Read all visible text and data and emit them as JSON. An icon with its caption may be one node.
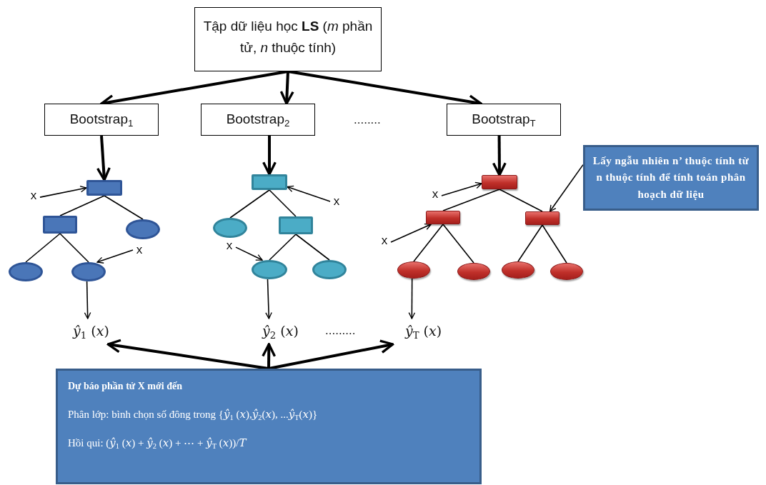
{
  "diagram": {
    "nodes": [
      {
        "text": [
          "Tập dữ liệu học **LS** (*m* phần tử, *n* thuộc tính)"
        ]
      },
      {
        "text": [
          "Bootstrap$_{1}$"
        ]
      },
      {
        "text": [
          "Bootstrap$_{2}$"
        ]
      },
      {
        "text": [
          "Bootstrap$_{T}$"
        ]
      },
      {
        "text": [
          "Lấy ngẫu nhiên n’ thuộc tính từ n thuộc tính để tính toán phân hoạch dữ liệu"
        ]
      },
      {
        "text": [],
        "shape": "box"
      },
      {
        "text": [],
        "shape": "box"
      },
      {
        "text": [],
        "shape": "ellipse"
      },
      {
        "text": [],
        "shape": "ellipse"
      },
      {
        "text": [],
        "shape": "ellipse"
      },
      {
        "text": [],
        "shape": "box"
      },
      {
        "text": [],
        "shape": "ellipse"
      },
      {
        "text": [],
        "shape": "box"
      },
      {
        "text": [],
        "shape": "ellipse"
      },
      {
        "text": [],
        "shape": "ellipse"
      },
      {
        "text": [],
        "shape": "box"
      },
      {
        "text": [],
        "shape": "box"
      },
      {
        "text": [],
        "shape": "box"
      },
      {
        "text": [],
        "shape": "ellipse"
      },
      {
        "text": [],
        "shape": "ellipse"
      },
      {
        "text": [],
        "shape": "ellipse"
      },
      {
        "text": [],
        "shape": "ellipse"
      },
      {
        "text": [
          "x"
        ]
      },
      {
        "text": [
          "x"
        ]
      },
      {
        "text": [
          "x"
        ]
      },
      {
        "text": [
          "x"
        ]
      },
      {
        "text": [
          "x"
        ]
      },
      {
        "text": [
          "x"
        ]
      },
      {
        "text": [
          "*ŷ*$_{1}$ (*x*)"
        ]
      },
      {
        "text": [
          "*ŷ*$_{2}$ (*x*)"
        ]
      },
      {
        "text": [
          "*ŷ*$_{T}$ (*x*)"
        ]
      },
      {
        "text": [
          "Dự báo phần tử X mới đến",
          "Phân lớp: bình chọn số đông trong {*ŷ*$_{1}$ (*x*),*ŷ*$_{2}$(*x*), ...*ŷ*$_{T}$(*x*)}",
          "Hồi qui: (*ŷ*$_{1}$ (*x*) + *ŷ*$_{2}$ (*x*) + ⋯ + *ŷ*$_{T}$ (*x*))/*T*"
        ]
      }
    ],
    "edges": [
      {
        "from": 0,
        "to": 1,
        "arrow": "to",
        "style": "thick"
      },
      {
        "from": 0,
        "to": 2,
        "arrow": "to",
        "style": "thick"
      },
      {
        "from": 0,
        "to": 3,
        "arrow": "to",
        "style": "thick"
      },
      {
        "from": 1,
        "to": 5,
        "arrow": "to",
        "style": "thick"
      },
      {
        "from": 2,
        "to": 10,
        "arrow": "to",
        "style": "thick"
      },
      {
        "from": 3,
        "to": 15,
        "arrow": "to",
        "style": "thick"
      },
      {
        "from": 5,
        "to": 6,
        "arrow": "none"
      },
      {
        "from": 5,
        "to": 7,
        "arrow": "none"
      },
      {
        "from": 6,
        "to": 8,
        "arrow": "none"
      },
      {
        "from": 6,
        "to": 9,
        "arrow": "none"
      },
      {
        "from": 10,
        "to": 11,
        "arrow": "none"
      },
      {
        "from": 10,
        "to": 12,
        "arrow": "none"
      },
      {
        "from": 12,
        "to": 13,
        "arrow": "none"
      },
      {
        "from": 12,
        "to": 14,
        "arrow": "none"
      },
      {
        "from": 15,
        "to": 16,
        "arrow": "none"
      },
      {
        "from": 15,
        "to": 17,
        "arrow": "none"
      },
      {
        "from": 16,
        "to": 18,
        "arrow": "none"
      },
      {
        "from": 16,
        "to": 19,
        "arrow": "none"
      },
      {
        "from": 17,
        "to": 20,
        "arrow": "none"
      },
      {
        "from": 17,
        "to": 21,
        "arrow": "none"
      },
      {
        "from": 22,
        "to": 5,
        "arrow": "to"
      },
      {
        "from": 23,
        "to": 9,
        "arrow": "to"
      },
      {
        "from": 24,
        "to": 10,
        "arrow": "to"
      },
      {
        "from": 25,
        "to": 13,
        "arrow": "to"
      },
      {
        "from": 26,
        "to": 15,
        "arrow": "to"
      },
      {
        "from": 27,
        "to": 16,
        "arrow": "to"
      },
      {
        "from": 4,
        "to": 17,
        "arrow": "to"
      },
      {
        "from": 9,
        "to": 28,
        "arrow": "to"
      },
      {
        "from": 13,
        "to": 29,
        "arrow": "to"
      },
      {
        "from": 18,
        "to": 30,
        "arrow": "to"
      },
      {
        "from": 31,
        "to": 28,
        "arrow": "to",
        "style": "thick"
      },
      {
        "from": 31,
        "to": 29,
        "arrow": "to",
        "style": "thick"
      },
      {
        "from": 31,
        "to": 30,
        "arrow": "to",
        "style": "thick"
      }
    ],
    "labels": [
      "........",
      "........."
    ]
  }
}
